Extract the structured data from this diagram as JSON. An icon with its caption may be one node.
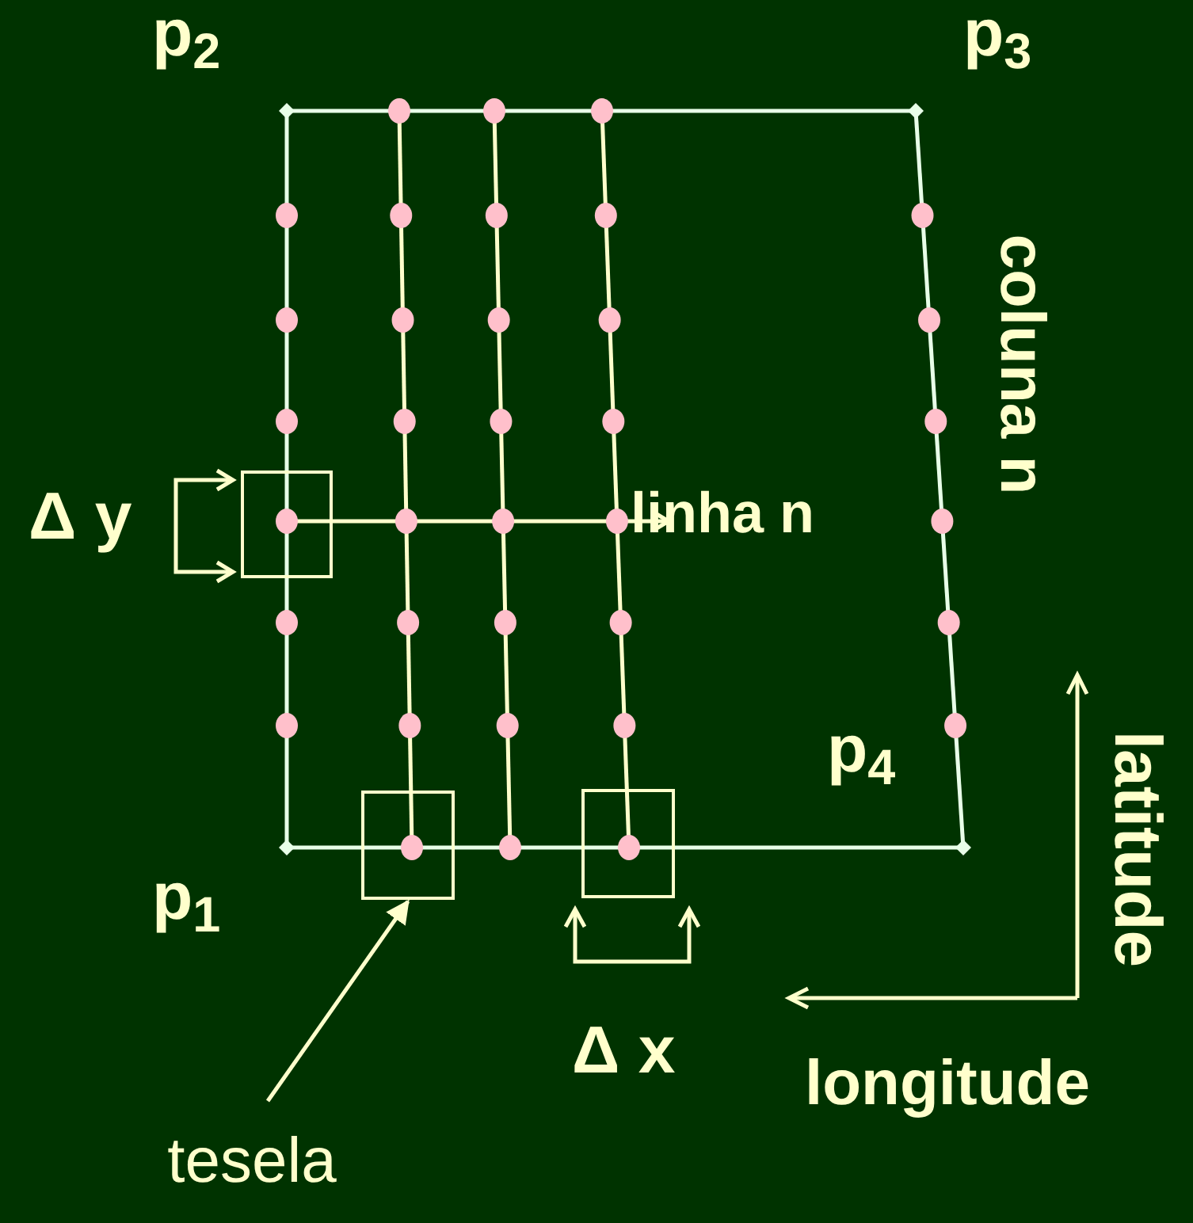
{
  "diagram": {
    "nodes": [
      {
        "text": [],
        "shape": "box"
      },
      {
        "text": [],
        "shape": "box"
      },
      {
        "text": [],
        "shape": "box"
      },
      {
        "text": [
          "tesela"
        ]
      }
    ],
    "edges": [
      {
        "from": 3,
        "to": 1,
        "arrow": "to"
      }
    ],
    "labels": [
      "p$_{2}$",
      "p$_{3}$",
      "coluna n",
      "Δ y",
      "linha n",
      "p$_{4}$",
      "p$_{1}$",
      "latitude",
      "Δ x",
      "longitude"
    ]
  }
}
